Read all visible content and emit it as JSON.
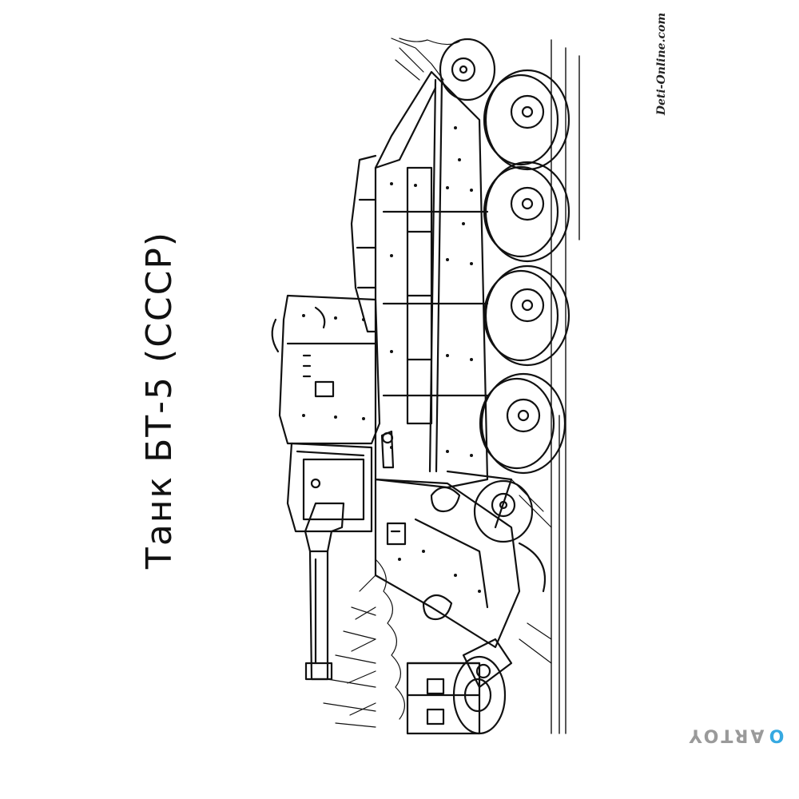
{
  "title": "Танк БТ-5 (СССР)",
  "site_mark": "Deti-Online.com",
  "watermark": {
    "text": "ARTOY",
    "accent": "O",
    "accent_color": "#36a9e1"
  },
  "colors": {
    "line": "#111111",
    "background": "#ffffff",
    "watermark_gray": "#9a9a9a"
  },
  "illustration": "bt5-tank-coloring-page"
}
